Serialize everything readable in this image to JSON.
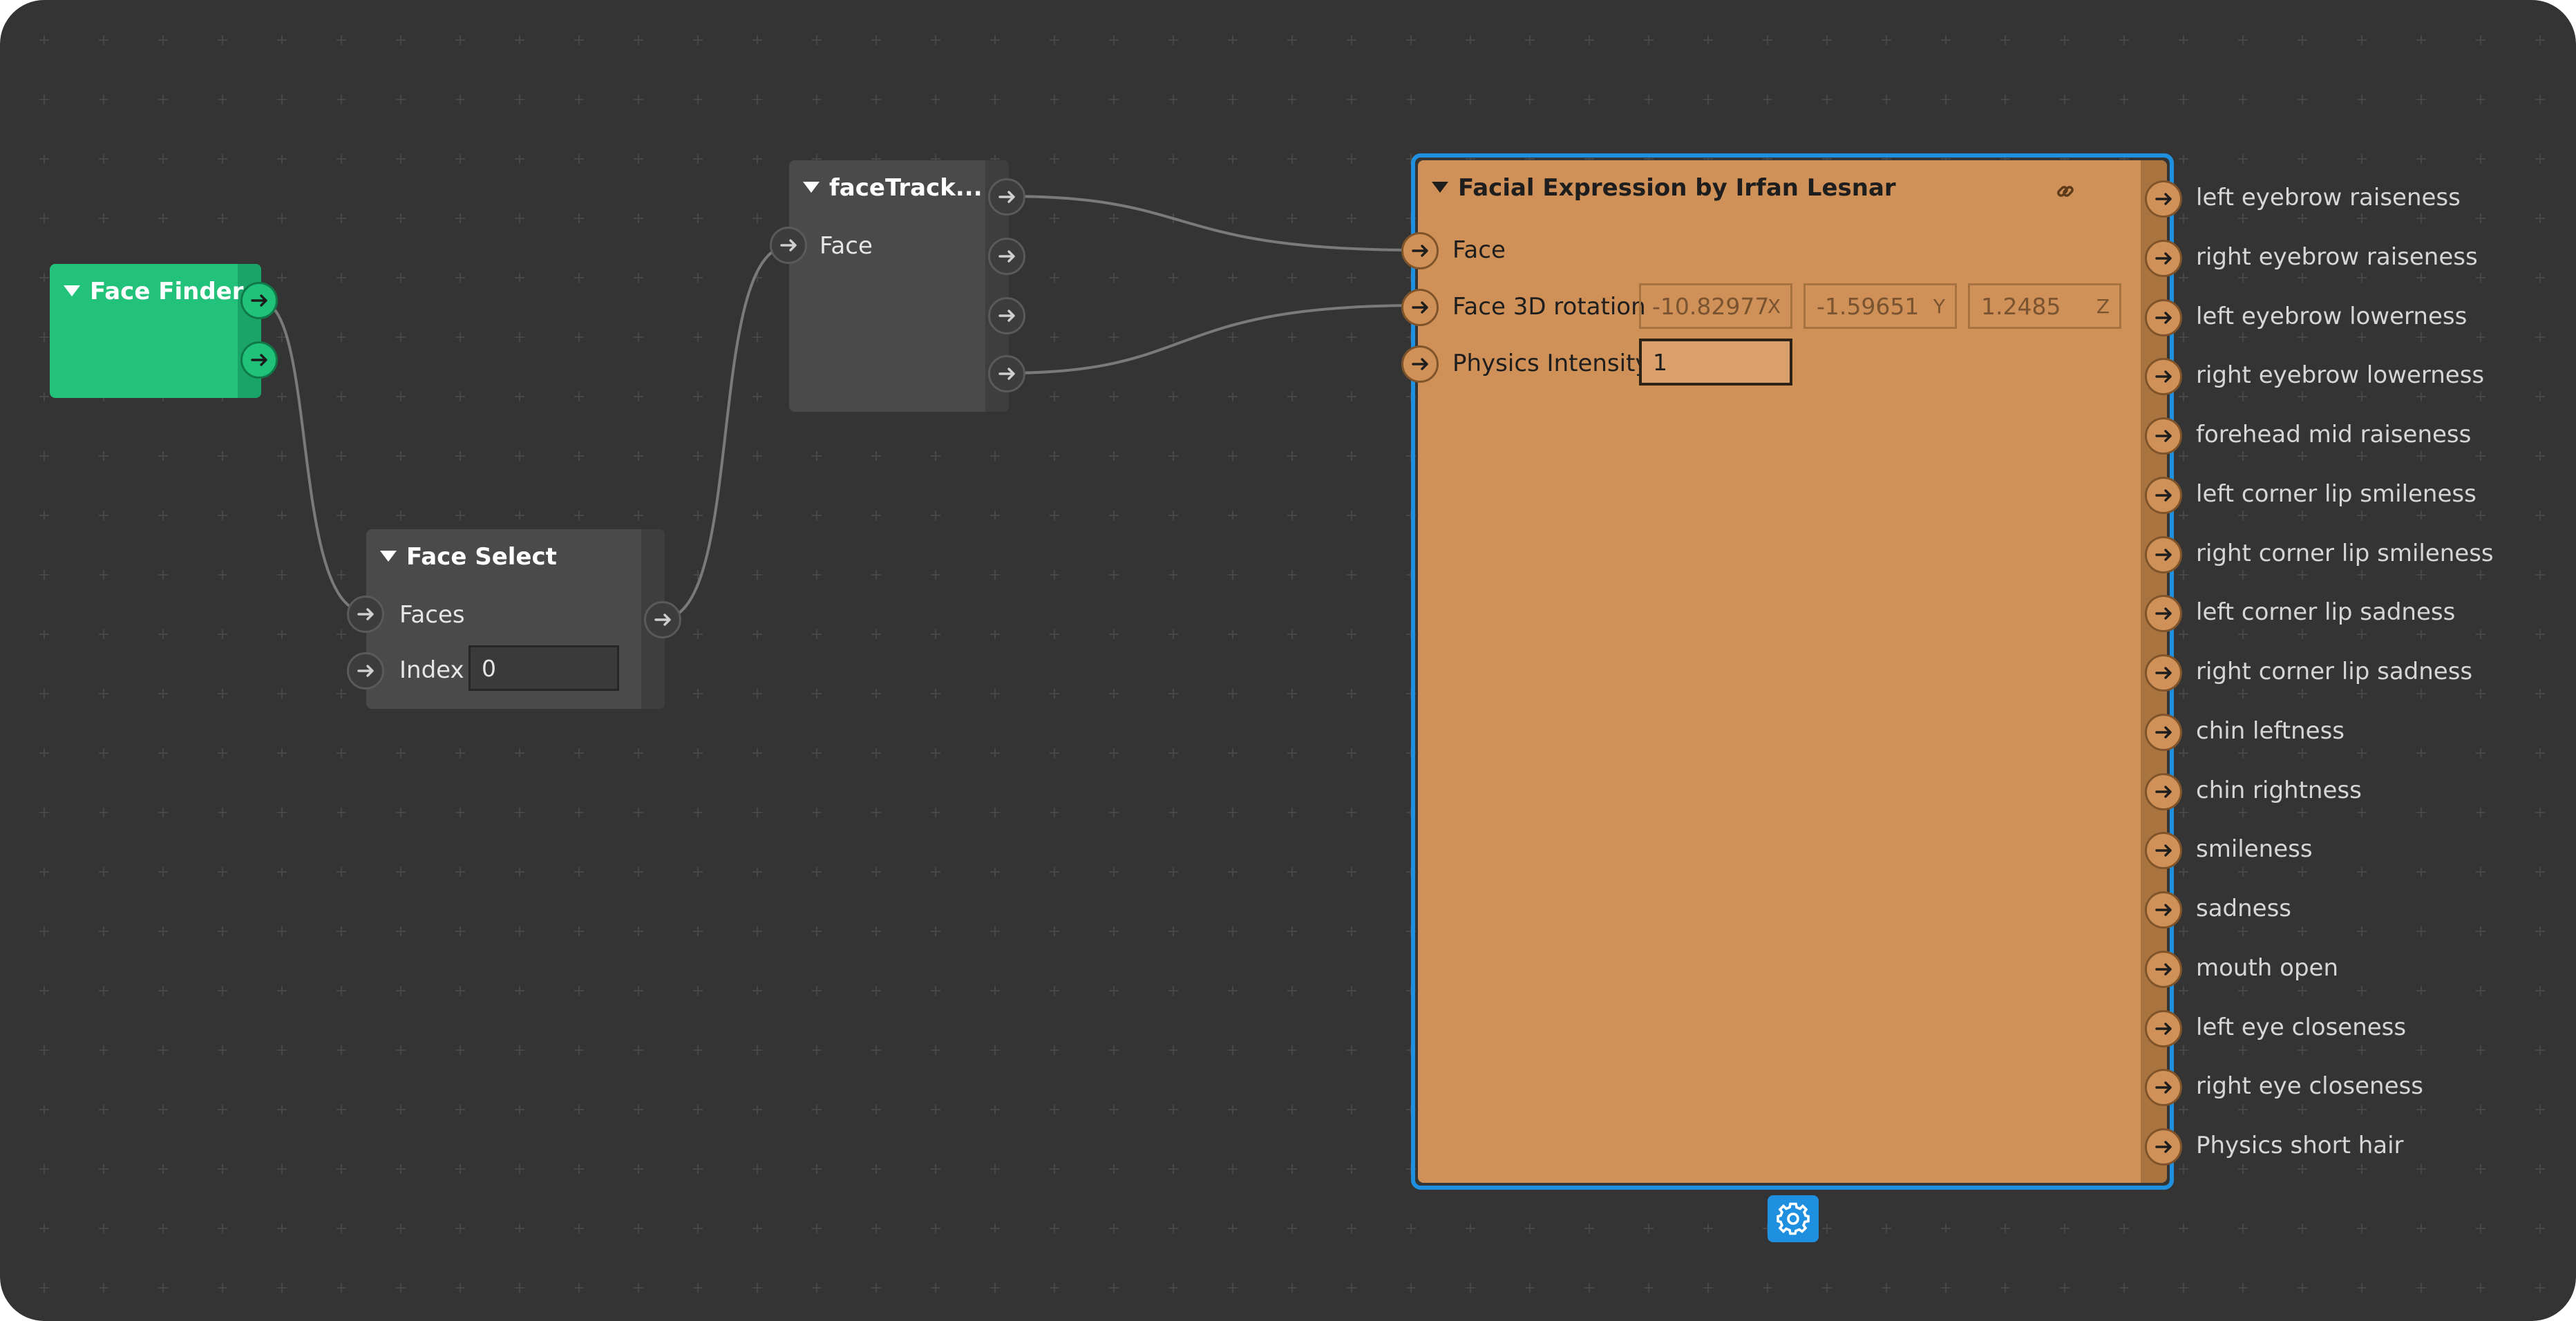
{
  "colors": {
    "canvas_bg": "#343434",
    "grid_plus": "#474747",
    "wire": "#7a7a7a",
    "node_gray": "#4a4a4a",
    "node_green": "#22c27b",
    "node_orange": "#cf9157",
    "selection": "#1f8fe0"
  },
  "nodes": {
    "face_finder": {
      "title": "Face Finder"
    },
    "face_select": {
      "title": "Face Select",
      "inputs": {
        "faces_label": "Faces",
        "index_label": "Index",
        "index_value": "0"
      }
    },
    "face_tracker": {
      "title": "faceTrack...",
      "inputs": {
        "face_label": "Face"
      }
    },
    "facial_expression": {
      "title": "Facial Expression by Irfan Lesnar",
      "link_icon": "link-icon",
      "inputs": {
        "face_label": "Face",
        "rotation_label": "Face 3D rotation",
        "rotation_x": "-10.82977",
        "rotation_y": "-1.59651",
        "rotation_z": "1.2485",
        "axis_x": "X",
        "axis_y": "Y",
        "axis_z": "Z",
        "physics_label": "Physics Intensity",
        "physics_value": "1"
      },
      "outputs": [
        "left eyebrow raiseness",
        "right eyebrow raiseness",
        "left eyebrow lowerness",
        "right eyebrow lowerness",
        "forehead mid raiseness",
        "left corner lip smileness",
        "right corner lip smileness",
        "left corner lip sadness",
        "right corner lip sadness",
        "chin leftness",
        "chin rightness",
        "smileness",
        "sadness",
        "mouth open",
        "left eye closeness",
        "right eye closeness",
        "Physics short hair"
      ]
    }
  },
  "toolbar": {
    "settings_icon": "gear-icon"
  }
}
